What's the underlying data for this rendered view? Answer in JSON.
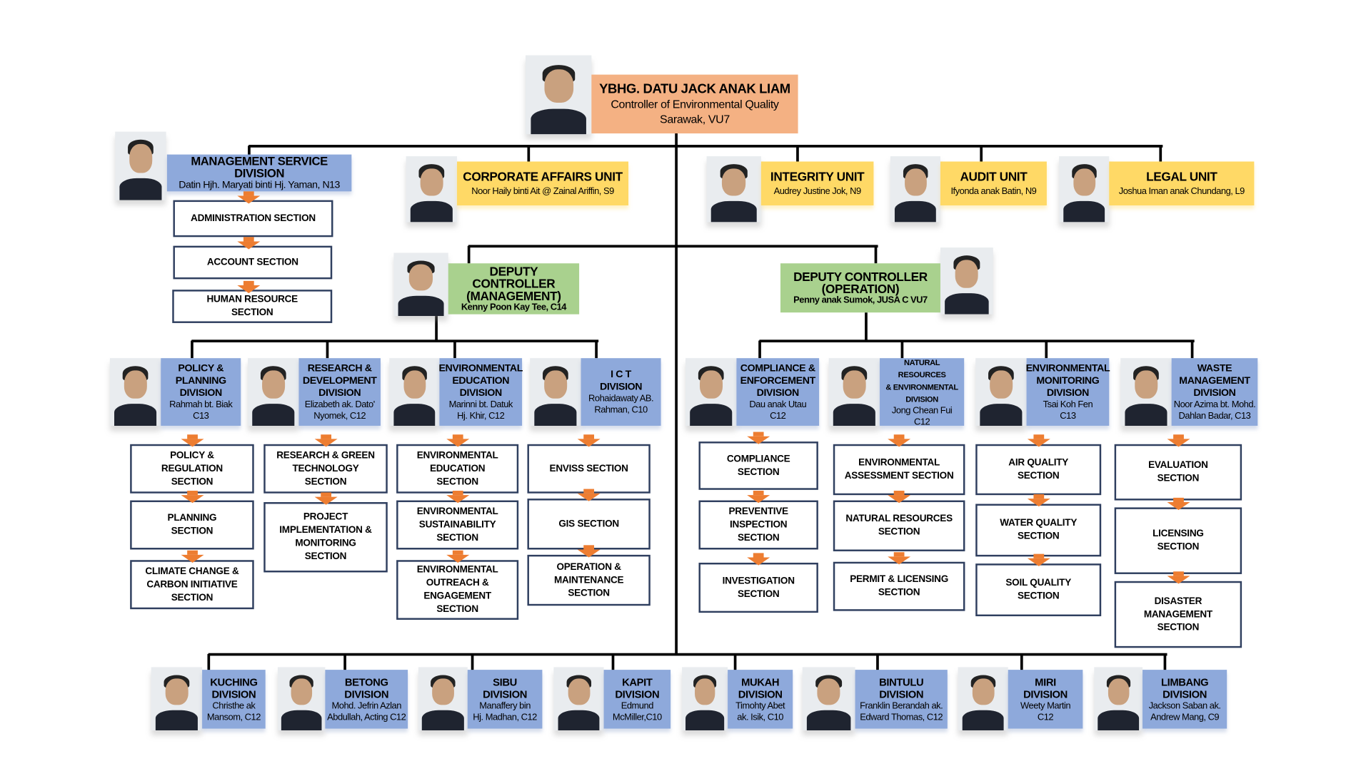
{
  "colors": {
    "director": "#F4B183",
    "unit": "#FFD966",
    "deputy": "#A9D18E",
    "division": "#8EA9DB",
    "arrow": "#ED7D31"
  },
  "director": {
    "name": "YBHG. DATU JACK ANAK LIAM",
    "title": "Controller of Environmental Quality",
    "grade": "Sarawak, VU7"
  },
  "management_service": {
    "title": "MANAGEMENT SERVICE DIVISION",
    "person": "Datin Hjh. Maryati binti Hj. Yaman, N13",
    "sections": [
      "ADMINISTRATION  SECTION",
      "ACCOUNT SECTION",
      "HUMAN RESOURCE\nSECTION"
    ]
  },
  "units": [
    {
      "title": "CORPORATE AFFAIRS UNIT",
      "person": "Noor Haily binti Ait @ Zainal Ariffin, S9"
    },
    {
      "title": "INTEGRITY  UNIT",
      "person": "Audrey Justine Jok, N9"
    },
    {
      "title": "AUDIT  UNIT",
      "person": "Ifyonda anak Batin, N9"
    },
    {
      "title": "LEGAL  UNIT",
      "person": "Joshua Iman anak Chundang, L9"
    }
  ],
  "deputies": [
    {
      "title": "DEPUTY CONTROLLER\n(MANAGEMENT)",
      "person": "Kenny Poon Kay Tee, C14"
    },
    {
      "title": "DEPUTY CONTROLLER\n(OPERATION)",
      "person": "Penny anak Sumok, JUSA C VU7"
    }
  ],
  "divisions": [
    {
      "title": "POLICY &\nPLANNING\nDIVISION",
      "person": "Rahmah bt. Biak\nC13",
      "sections": [
        "POLICY &\nREGULATION\nSECTION",
        "PLANNING\nSECTION",
        "CLIMATE CHANGE &\nCARBON INITIATIVE\nSECTION"
      ]
    },
    {
      "title": "RESEARCH &\nDEVELOPMENT\nDIVISION",
      "person": "Elizabeth ak. Dato'\nNyomek, C12",
      "sections": [
        "RESEARCH & GREEN\nTECHNOLOGY\nSECTION",
        "PROJECT\nIMPLEMENTATION &\nMONITORING\nSECTION"
      ]
    },
    {
      "title": "ENVIRONMENTAL\nEDUCATION\nDIVISION",
      "person": "Marinni bt. Datuk\nHj. Khir, C12",
      "sections": [
        "ENVIRONMENTAL\nEDUCATION\nSECTION",
        "ENVIRONMENTAL\nSUSTAINABILITY\nSECTION",
        "ENVIRONMENTAL\nOUTREACH &\nENGAGEMENT\nSECTION"
      ]
    },
    {
      "title": "I C T\nDIVISION",
      "person": "Rohaidawaty AB.\nRahman, C10",
      "sections": [
        "ENVISS SECTION",
        "GIS SECTION",
        "OPERATION &\nMAINTENANCE\nSECTION"
      ]
    },
    {
      "title": "COMPLIANCE &\nENFORCEMENT\nDIVISION",
      "person": "Dau anak Utau\nC12",
      "sections": [
        "COMPLIANCE\nSECTION",
        "PREVENTIVE\nINSPECTION\nSECTION",
        "INVESTIGATION\nSECTION"
      ]
    },
    {
      "title": "NATURAL RESOURCES\n& ENVIRONMENTAL\nDIVISION",
      "person": "Jong Chean Fui\nC12",
      "sections": [
        "ENVIRONMENTAL\nASSESSMENT SECTION",
        "NATURAL RESOURCES\nSECTION",
        "PERMIT & LICENSING\nSECTION"
      ]
    },
    {
      "title": "ENVIRONMENTAL\nMONITORING\nDIVISION",
      "person": "Tsai Koh Fen\nC13",
      "sections": [
        "AIR QUALITY\nSECTION",
        "WATER QUALITY\nSECTION",
        "SOIL QUALITY\nSECTION"
      ]
    },
    {
      "title": "WASTE\nMANAGEMENT\nDIVISION",
      "person": "Noor Azima bt. Mohd.\nDahlan Badar, C13",
      "sections": [
        "EVALUATION\nSECTION",
        "LICENSING\nSECTION",
        "DISASTER\nMANAGEMENT\nSECTION"
      ]
    }
  ],
  "regional": [
    {
      "title": "KUCHING\nDIVISION",
      "person": "Christhe ak\nMansom, C12"
    },
    {
      "title": "BETONG\nDIVISION",
      "person": "Mohd. Jefrin Azlan\nAbdullah, Acting C12"
    },
    {
      "title": "SIBU\nDIVISION",
      "person": "Manaffery bin\nHj. Madhan, C12"
    },
    {
      "title": "KAPIT\nDIVISION",
      "person": "Edmund\nMcMiller,C10"
    },
    {
      "title": "MUKAH\nDIVISION",
      "person": "Timohty Abet\nak. Isik, C10"
    },
    {
      "title": "BINTULU\nDIVISION",
      "person": "Franklin Berandah ak.\nEdward Thomas, C12"
    },
    {
      "title": "MIRI\nDIVISION",
      "person": "Weety Martin\nC12"
    },
    {
      "title": "LIMBANG\nDIVISION",
      "person": "Jackson Saban ak.\nAndrew Mang, C9"
    }
  ]
}
